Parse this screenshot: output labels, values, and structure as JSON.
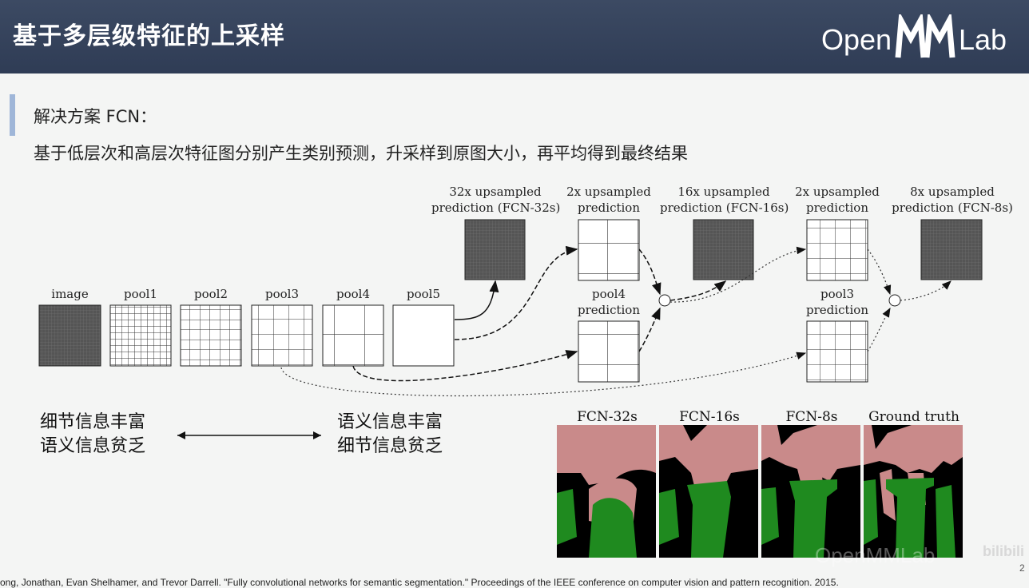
{
  "header": {
    "title": "基于多层级特征的上采样",
    "logo_text": "OpenMMLab"
  },
  "content": {
    "line1": "解决方案 FCN：",
    "line2": "基于低层次和高层次特征图分别产生类别预测，升采样到原图大小，再平均得到最终结果"
  },
  "diagram": {
    "labels": {
      "image": "image",
      "pool1": "pool1",
      "pool2": "pool2",
      "pool3": "pool3",
      "pool4": "pool4",
      "pool5": "pool5",
      "fcn32_line1": "32x upsampled",
      "fcn32_line2": "prediction (FCN-32s)",
      "up2a_line1": "2x upsampled",
      "up2a_line2": "prediction",
      "fcn16_line1": "16x upsampled",
      "fcn16_line2": "prediction (FCN-16s)",
      "up2b_line1": "2x upsampled",
      "up2b_line2": "prediction",
      "fcn8_line1": "8x upsampled",
      "fcn8_line2": "prediction (FCN-8s)",
      "pool4pred_line1": "pool4",
      "pool4pred_line2": "prediction",
      "pool3pred_line1": "pool3",
      "pool3pred_line2": "prediction"
    }
  },
  "tradeoff": {
    "left_line1": "细节信息丰富",
    "left_line2": "语义信息贫乏",
    "right_line1": "语义信息丰富",
    "right_line2": "细节信息贫乏"
  },
  "results": {
    "panels": [
      "FCN-32s",
      "FCN-16s",
      "FCN-8s",
      "Ground truth"
    ],
    "watermark": "OpenMMLab",
    "colors": {
      "background": "#000000",
      "person": "#c98a8a",
      "plant": "#1f8a1f"
    }
  },
  "footer": {
    "citation": "ong, Jonathan, Evan Shelhamer, and Trevor Darrell. \"Fully convolutional networks for semantic segmentation.\" Proceedings of the IEEE conference on computer vision and pattern recognition. 2015.",
    "watermark": "bilibili",
    "page_number": "2"
  }
}
